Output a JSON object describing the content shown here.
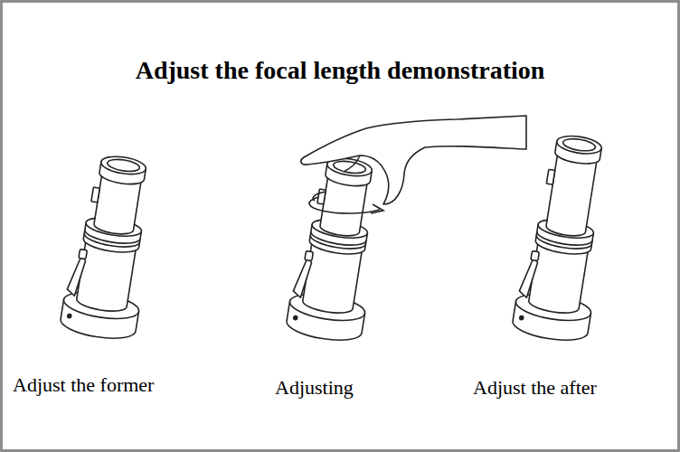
{
  "diagram": {
    "title": "Adjust the focal length demonstration",
    "labels": [
      "Adjust the former",
      "Adjusting",
      "Adjust the after"
    ]
  }
}
